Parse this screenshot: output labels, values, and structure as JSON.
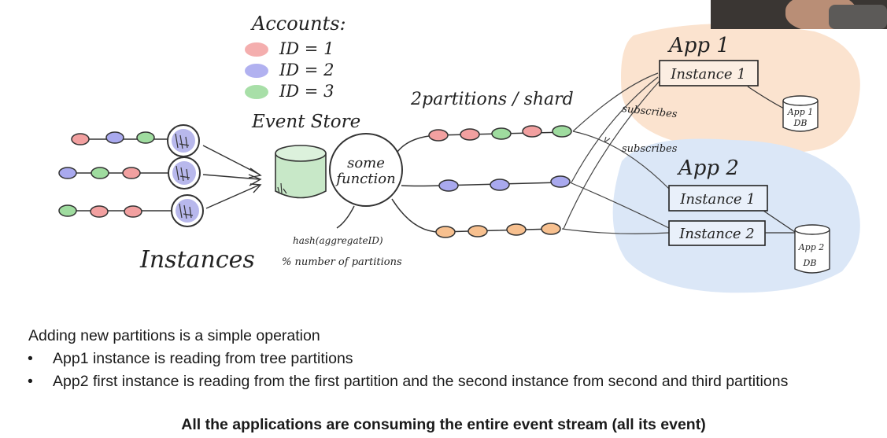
{
  "legend": {
    "title": "Accounts:",
    "items": [
      {
        "label": "ID = 1",
        "color": "#f2a0a0"
      },
      {
        "label": "ID = 2",
        "color": "#a9a9ee"
      },
      {
        "label": "ID = 3",
        "color": "#9fdc9f"
      }
    ]
  },
  "event_store": {
    "label": "Event Store"
  },
  "some_function": {
    "line1": "some",
    "line2": "function"
  },
  "hash_note": {
    "line1": "hash(aggregateID)",
    "line2": "% number of partitions"
  },
  "instances_label": "Instances",
  "partitions_label": "2partitions / shard",
  "subscribes_1": "subscribes",
  "subscribes_2": "subscribes",
  "app1": {
    "title": "App 1",
    "instance": "Instance 1",
    "db_line1": "App 1",
    "db_line2": "DB",
    "bg_color": "#fbe3cf"
  },
  "app2": {
    "title": "App 2",
    "instance1": "Instance 1",
    "instance2": "Instance 2",
    "db_line1": "App 2",
    "db_line2": "DB",
    "bg_color": "#dbe7f7"
  },
  "notes": {
    "heading": "Adding new partitions is a simple operation",
    "bullets": [
      "App1 instance is reading from tree partitions",
      "App2 first instance is reading from the first partition and the second instance from second and third partitions"
    ],
    "conclusion": "All the applications are consuming the entire event stream (all its event)"
  },
  "colors": {
    "red": "#f2a0a0",
    "blue": "#a9a9ee",
    "green": "#9fdc9f",
    "orange": "#f7c08f",
    "store": "#c8e8c8"
  }
}
